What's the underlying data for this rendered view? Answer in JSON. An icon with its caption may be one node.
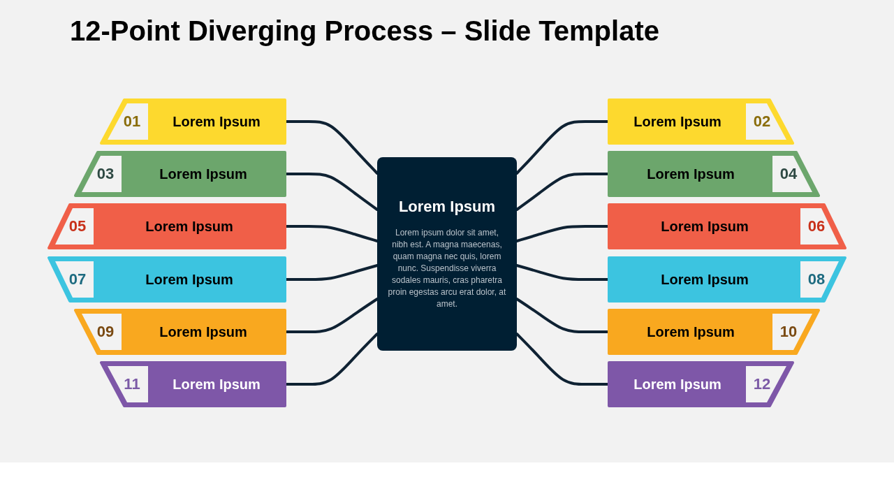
{
  "diagram": {
    "title": "12-Point Diverging Process – Slide Template",
    "nodes": [
      {
        "text": [
          "01",
          "Lorem Ipsum"
        ]
      },
      {
        "text": [
          "Lorem Ipsum",
          "02"
        ]
      },
      {
        "text": [
          "03",
          "Lorem Ipsum"
        ]
      },
      {
        "text": [
          "Lorem Ipsum",
          "04"
        ]
      },
      {
        "text": [
          "05",
          "Lorem Ipsum"
        ]
      },
      {
        "text": [
          "Lorem Ipsum",
          "06"
        ]
      },
      {
        "text": [
          "07",
          "Lorem Ipsum"
        ]
      },
      {
        "text": [
          "Lorem Ipsum",
          "08"
        ]
      },
      {
        "text": [
          "09",
          "Lorem Ipsum"
        ]
      },
      {
        "text": [
          "Lorem Ipsum",
          "10"
        ]
      },
      {
        "text": [
          "11",
          "Lorem Ipsum"
        ]
      },
      {
        "text": [
          "Lorem Ipsum",
          "12"
        ]
      },
      {
        "text": [
          "Lorem Ipsum",
          "Lorem ipsum dolor sit amet, nibh est. A magna maecenas, quam magna nec quis, lorem nunc. Suspendisse viverra sodales mauris, cras pharetra proin egestas arcu erat dolor, at amet."
        ]
      }
    ],
    "edges": [
      {
        "from": 12,
        "to": 0,
        "arrow": "none"
      },
      {
        "from": 12,
        "to": 1,
        "arrow": "none"
      },
      {
        "from": 12,
        "to": 2,
        "arrow": "none"
      },
      {
        "from": 12,
        "to": 3,
        "arrow": "none"
      },
      {
        "from": 12,
        "to": 4,
        "arrow": "none"
      },
      {
        "from": 12,
        "to": 5,
        "arrow": "none"
      },
      {
        "from": 12,
        "to": 6,
        "arrow": "none"
      },
      {
        "from": 12,
        "to": 7,
        "arrow": "none"
      },
      {
        "from": 12,
        "to": 8,
        "arrow": "none"
      },
      {
        "from": 12,
        "to": 9,
        "arrow": "none"
      },
      {
        "from": 12,
        "to": 10,
        "arrow": "none"
      },
      {
        "from": 12,
        "to": 11,
        "arrow": "none"
      }
    ]
  }
}
